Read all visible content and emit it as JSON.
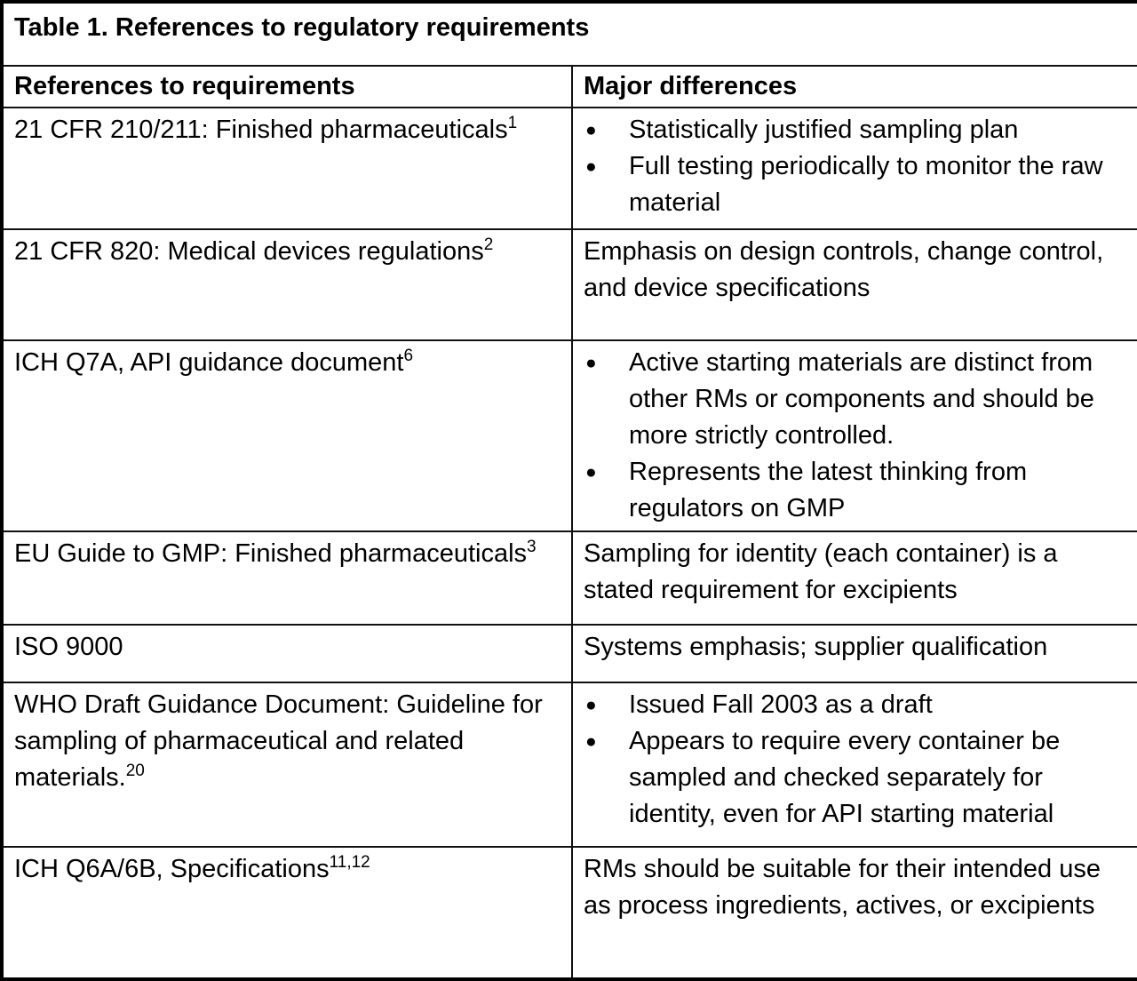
{
  "table": {
    "title": "Table 1. References to regulatory requirements",
    "columns": {
      "references": "References to requirements",
      "differences": "Major differences"
    },
    "bullet_icon": "●",
    "rows": [
      {
        "reference": "21 CFR 210/211: Finished pharmaceuticals",
        "sup": "1",
        "bullets": [
          "Statistically justified sampling plan",
          "Full testing periodically to monitor the raw material"
        ]
      },
      {
        "reference": "21 CFR 820: Medical devices regulations",
        "sup": "2",
        "text": "Emphasis on design controls, change control, and device specifications"
      },
      {
        "reference": "ICH Q7A, API guidance document",
        "sup": "6",
        "bullets": [
          "Active starting materials are distinct from other RMs or components and should be more strictly controlled.",
          "Represents the latest thinking from regulators on GMP"
        ]
      },
      {
        "reference": "EU Guide to GMP: Finished pharmaceuticals",
        "sup": "3",
        "text": "Sampling for identity (each container) is a stated requirement for excipients"
      },
      {
        "reference": "ISO 9000",
        "sup": "",
        "text": "Systems emphasis; supplier qualification"
      },
      {
        "reference": "WHO Draft Guidance Document: Guideline for sampling of pharmaceutical and related materials.",
        "sup": "20",
        "bullets": [
          "Issued Fall 2003 as a draft",
          "Appears to require every container be sampled and checked separately for identity, even for API starting material"
        ]
      },
      {
        "reference": "ICH Q6A/6B, Specifications",
        "sup": "11,12",
        "text": "RMs should be suitable for their intended use as process ingredients, actives, or excipients"
      }
    ]
  }
}
